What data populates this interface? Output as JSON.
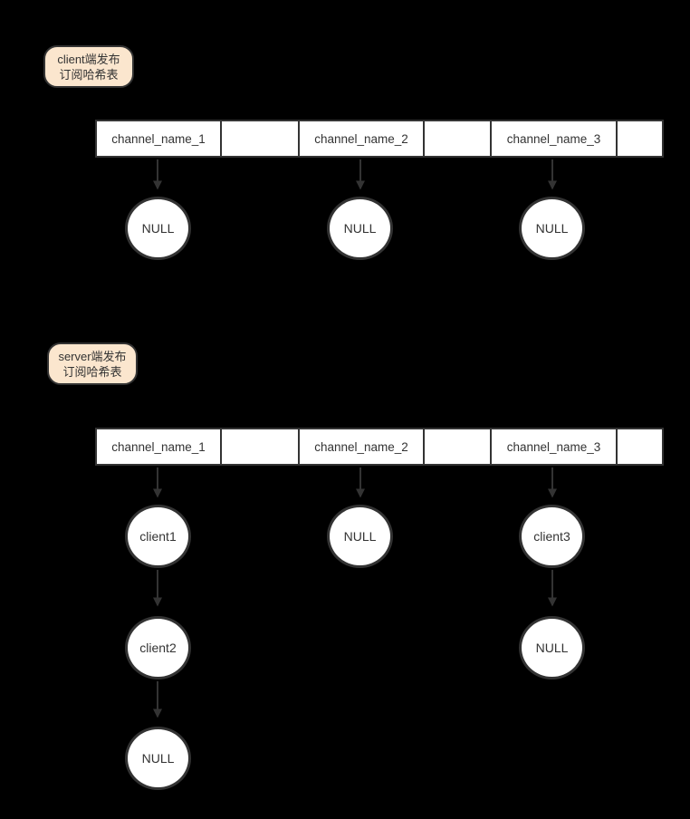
{
  "colors": {
    "background": "#000000",
    "node_fill": "#ffffff",
    "stroke": "#333333",
    "badge_fill": "#fbe6ce",
    "text": "#333333"
  },
  "diagrams": [
    {
      "label": {
        "line1": "client端发布",
        "line2": "订阅哈希表"
      },
      "table_cells": [
        {
          "text": "channel_name_1"
        },
        {
          "text": ""
        },
        {
          "text": "channel_name_2"
        },
        {
          "text": ""
        },
        {
          "text": "channel_name_3"
        },
        {
          "text": ""
        }
      ],
      "nodes": [
        {
          "text": "NULL"
        },
        {
          "text": "NULL"
        },
        {
          "text": "NULL"
        }
      ]
    },
    {
      "label": {
        "line1": "server端发布",
        "line2": "订阅哈希表"
      },
      "table_cells": [
        {
          "text": "channel_name_1"
        },
        {
          "text": ""
        },
        {
          "text": "channel_name_2"
        },
        {
          "text": ""
        },
        {
          "text": "channel_name_3"
        },
        {
          "text": ""
        }
      ],
      "nodes": [
        {
          "text": "client1"
        },
        {
          "text": "NULL"
        },
        {
          "text": "client3"
        },
        {
          "text": "client2"
        },
        {
          "text": "NULL"
        },
        {
          "text": "NULL"
        }
      ]
    }
  ]
}
